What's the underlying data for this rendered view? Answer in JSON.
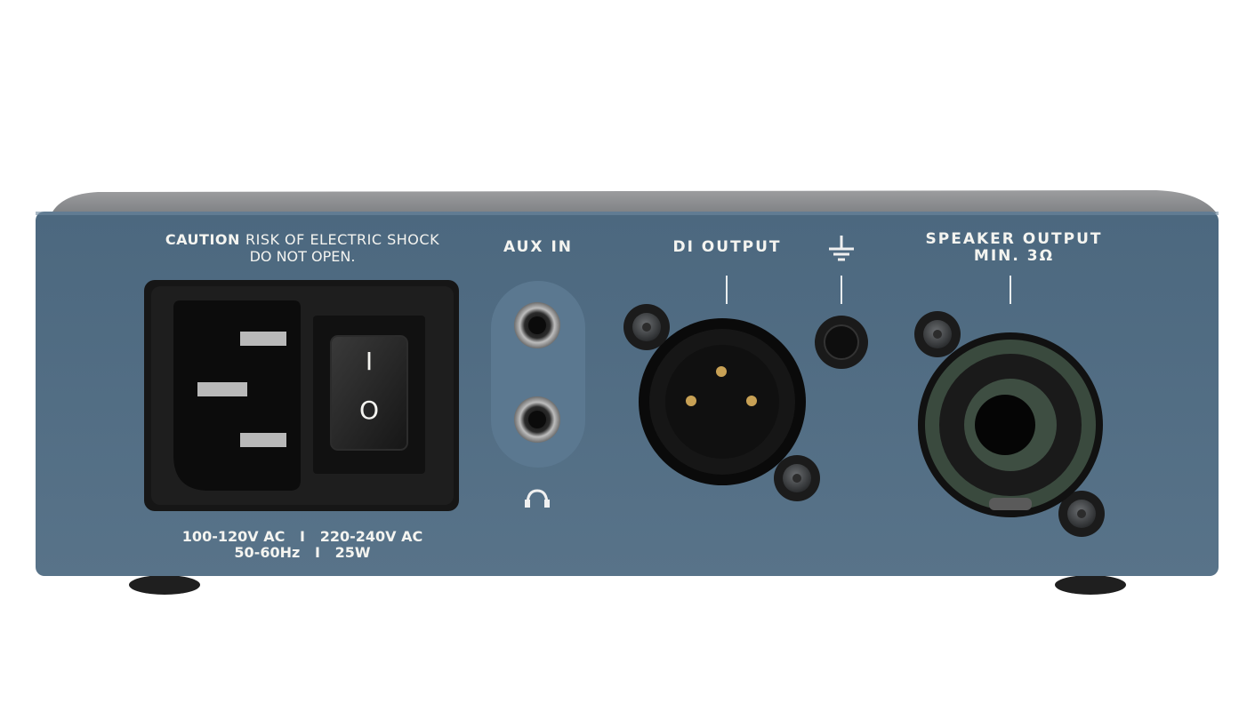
{
  "panel": {
    "caution_word": "CAUTION",
    "caution_rest": "RISK OF ELECTRIC SHOCK",
    "caution_line2": "DO NOT OPEN.",
    "aux_in": "AUX IN",
    "di_output": "DI OUTPUT",
    "speaker_line1": "SPEAKER OUTPUT",
    "speaker_line2": "MIN. 3Ω",
    "power_line1": "100-120V AC   I   220-240V AC",
    "power_line2": "50-60Hz   I   25W",
    "switch_on": "I",
    "switch_off": "O"
  },
  "colors": {
    "panel": "#4e6a81",
    "top": "#8a8c8e",
    "label": "#f4f4f0",
    "socket": "#1c1c1c",
    "speakon": "#3a4a3e"
  }
}
